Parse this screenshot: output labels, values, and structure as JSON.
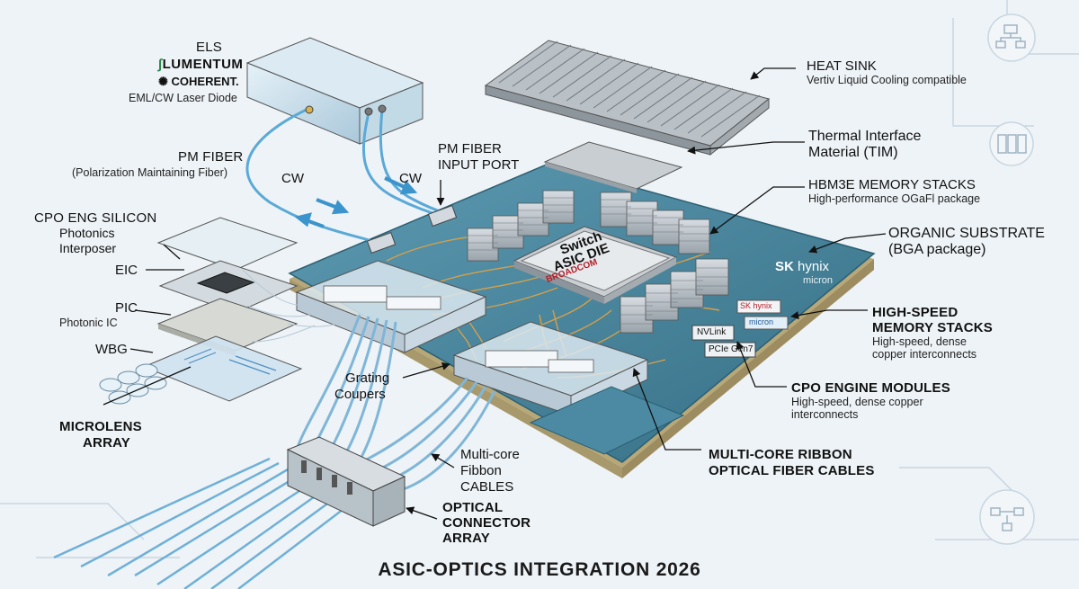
{
  "title": "ASIC-OPTICS INTEGRATION 2026",
  "els": {
    "heading": "ELS",
    "brand1": "LUMENTUM",
    "brand2": "COHERENT.",
    "sub": "EML/CW Laser Diode"
  },
  "pm_fiber": {
    "heading": "PM FIBER",
    "sub": "(Polarization Maintaining Fiber)"
  },
  "cw_labels": [
    "CW",
    "CW"
  ],
  "pm_input": {
    "line1": "PM FIBER",
    "line2": "INPUT PORT"
  },
  "heat_sink": {
    "heading": "HEAT SINK",
    "sub": "Vertiv Liquid Cooling compatible"
  },
  "tim": {
    "line1": "Thermal Interface",
    "line2": "Material (TIM)"
  },
  "hbm": {
    "heading": "HBM3E MEMORY STACKS",
    "sub": "High-performance OGaFl package"
  },
  "substrate": {
    "line1": "ORGANIC SUBSTRATE",
    "line2": "(BGA package)"
  },
  "cpo_silicon": {
    "line1": "CPO ENG SILICON",
    "line2": "Photonics",
    "line3": "Interposer"
  },
  "eic": "EIC",
  "pic": {
    "heading": "PIC",
    "sub": "Photonic IC"
  },
  "wbg": "WBG",
  "microlens": {
    "line1": "MICROLENS",
    "line2": "ARRAY"
  },
  "grating": {
    "line1": "Grating",
    "line2": "Coupers"
  },
  "hs_memory": {
    "line1": "HIGH-SPEED",
    "line2": "MEMORY STACKS",
    "sub1": "High-speed, dense",
    "sub2": "copper interconnects"
  },
  "cpo_modules": {
    "heading": "CPO  ENGINE MODULES",
    "sub1": "High-speed, dense copper",
    "sub2": "interconnects"
  },
  "ribbon_cables": {
    "line1": "Multi-core",
    "line2": "Fibbon",
    "line3": "CABLES"
  },
  "multicore": {
    "line1": "MULTI-CORE RIBBON",
    "line2": "OPTICAL FIBER CABLES"
  },
  "connector": {
    "line1": "OPTICAL",
    "line2": "CONNECTOR",
    "line3": "ARRAY"
  },
  "asic": {
    "line1": "Switch",
    "line2": "ASIC DIE",
    "brand": "BROADCOM"
  },
  "chip_tags": {
    "nvlink": "NVLink",
    "pcie": "PCIe Gen7",
    "sk": "SK hynix",
    "micron": "micron"
  },
  "substrate_brand": {
    "sk": "SK",
    "hynix": "hynix",
    "micron": "micron"
  },
  "colors": {
    "substrate": "#3f7f98",
    "substrate_edge": "#2b5f73",
    "fiber": "#5aa9d6",
    "arrow": "#3b94cc",
    "bg": "#eef3f7"
  }
}
